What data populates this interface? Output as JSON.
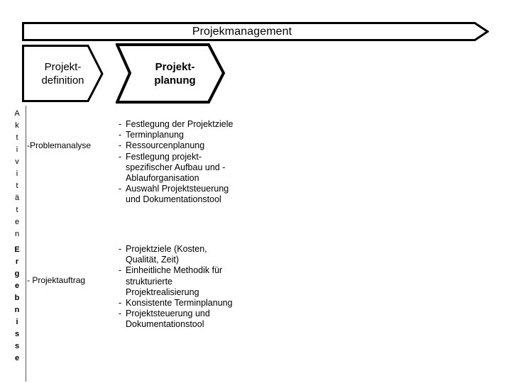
{
  "banner": {
    "title": "Projekmanagement"
  },
  "phases": [
    {
      "name": "projektdefinition",
      "line1": "Projekt-",
      "line2": "definition"
    },
    {
      "name": "projektplanung",
      "line1": "Projekt-",
      "line2": "planung"
    }
  ],
  "rows": [
    {
      "key": "aktivitaeten",
      "vertical_label": "Aktivitäten",
      "summary": "-Problemanalyse",
      "bullets": [
        {
          "dash": "-",
          "text": "Festlegung der Projektziele",
          "cont": []
        },
        {
          "dash": "-",
          "text": "Terminplanung",
          "cont": []
        },
        {
          "dash": "-",
          "text": "Ressourcenplanung",
          "cont": []
        },
        {
          "dash": "-",
          "text": "Festlegung projekt-",
          "cont": [
            "spezifischer Aufbau und   -",
            "Ablauforganisation"
          ]
        },
        {
          "dash": "-",
          "text": "Auswahl Projektsteuerung",
          "cont": [
            "und Dokumentationstool"
          ]
        }
      ]
    },
    {
      "key": "ergebnisse",
      "vertical_label": "Ergebnisse",
      "summary": "- Projektauftrag",
      "bullets": [
        {
          "dash": "-",
          "text": "Projektziele (Kosten,",
          "cont": [
            "Qualität, Zeit)"
          ]
        },
        {
          "dash": "-",
          "text": "Einheitliche Methodik für",
          "cont": [
            "strukturierte",
            "Projektrealisierung"
          ]
        },
        {
          "dash": "-",
          "text": "Konsistente Terminplanung",
          "cont": []
        },
        {
          "dash": "-",
          "text": "Projektsteuerung und",
          "cont": [
            "Dokumentationstool"
          ]
        }
      ]
    }
  ],
  "colors": {
    "stroke": "#000000",
    "background": "#ffffff",
    "divider": "#555555"
  }
}
